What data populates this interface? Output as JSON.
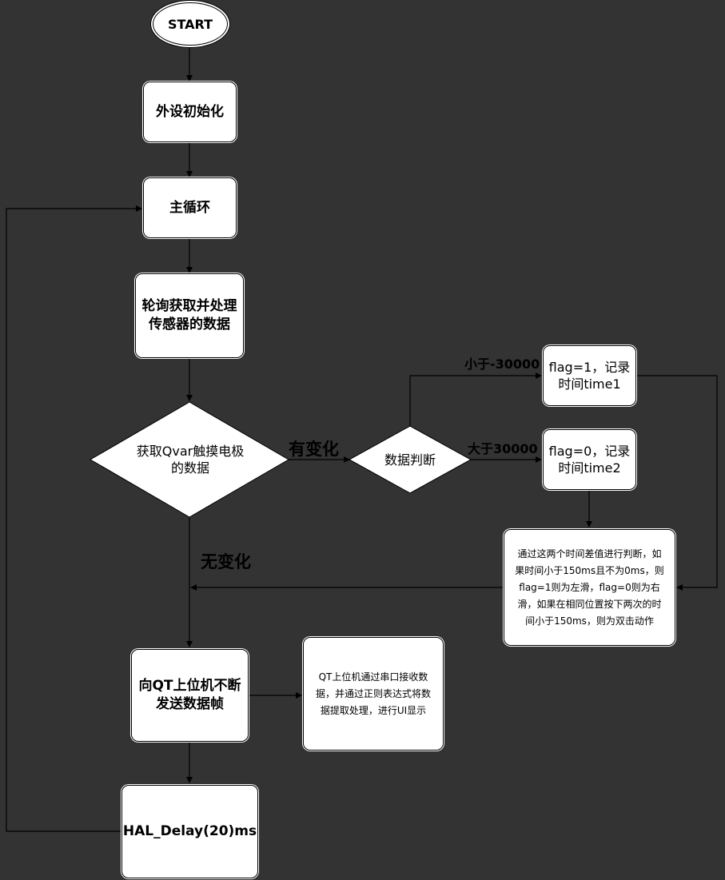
{
  "nodes": {
    "start": "START",
    "init": "外设初始化",
    "main_loop": "主循环",
    "poll": "轮询获取并处理\n传感器的数据",
    "qvar_decision": "获取Qvar触摸电极\n的数据",
    "data_decision": "数据判断",
    "flag1": "flag=1，记录\n时间time1",
    "flag0": "flag=0，记录\n时间time2",
    "judge": "通过这两个时间差值进行判断，如\n果时间小于150ms且不为0ms，则\nflag=1则为左滑，flag=0则为右\n滑，如果在相同位置按下两次的时\n间小于150ms，则为双击动作",
    "send_frame": "向QT上位机不断\n发送数据帧",
    "qt_note": "QT上位机通过串口接收数\n据，并通过正则表达式将数\n据提取处理，进行UI显示",
    "delay": "HAL_Delay(20)ms"
  },
  "labels": {
    "changed": "有变化",
    "unchanged": "无变化",
    "less_than": "小于-30000",
    "greater_than": "大于30000"
  },
  "colors": {
    "background": "#333333",
    "node_fill": "#ffffff",
    "line": "#000000"
  }
}
